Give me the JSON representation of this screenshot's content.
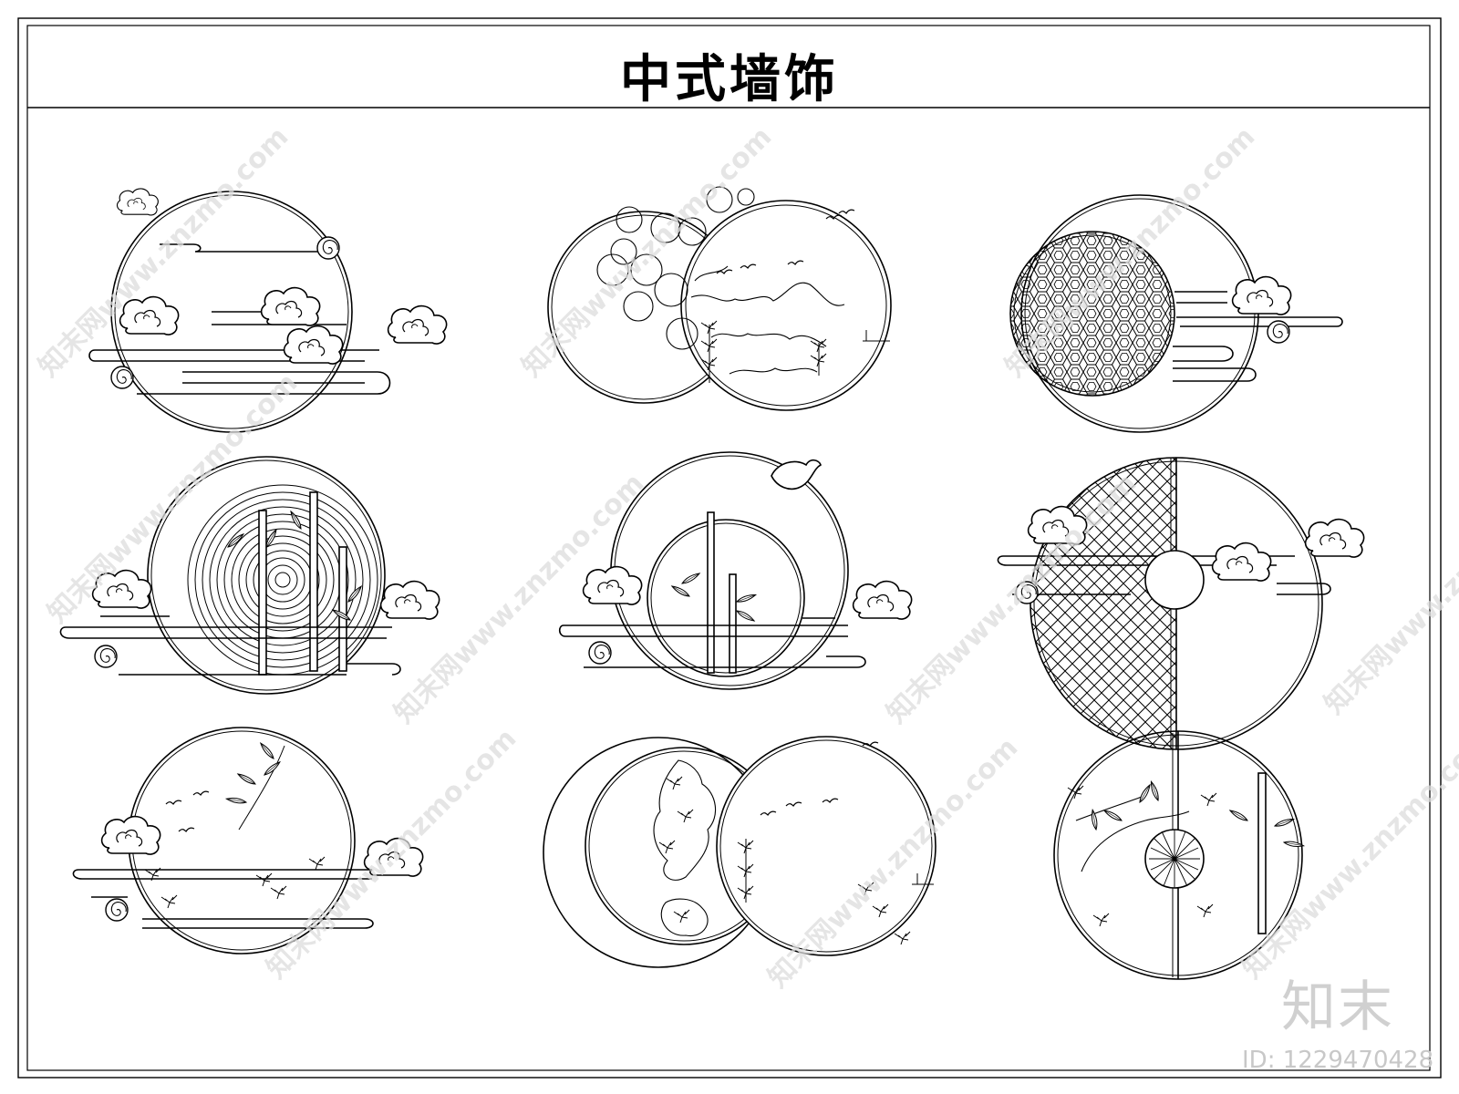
{
  "title": "中式墙饰",
  "watermark": {
    "text": "知末网www.znzmo.com",
    "logo": "知末",
    "id": "ID: 1229470428"
  },
  "colors": {
    "line": "#000000",
    "watermark": "#d8d8d8",
    "background": "#ffffff"
  },
  "panels": [
    {
      "name": "panel-clouds-ring",
      "motif": "clouds"
    },
    {
      "name": "panel-landscape-bubbles",
      "motif": "mountains-birds"
    },
    {
      "name": "panel-honeycomb-lattice",
      "motif": "hexagon-lattice"
    },
    {
      "name": "panel-bamboo-rings",
      "motif": "concentric-bamboo"
    },
    {
      "name": "panel-bird-bamboo",
      "motif": "bird-bamboo"
    },
    {
      "name": "panel-diamond-lattice",
      "motif": "diamond-lattice"
    },
    {
      "name": "panel-bamboo-clouds",
      "motif": "bamboo-clouds"
    },
    {
      "name": "panel-double-moon",
      "motif": "plants-birds"
    },
    {
      "name": "panel-split-fan",
      "motif": "split-bamboo-fan"
    }
  ]
}
